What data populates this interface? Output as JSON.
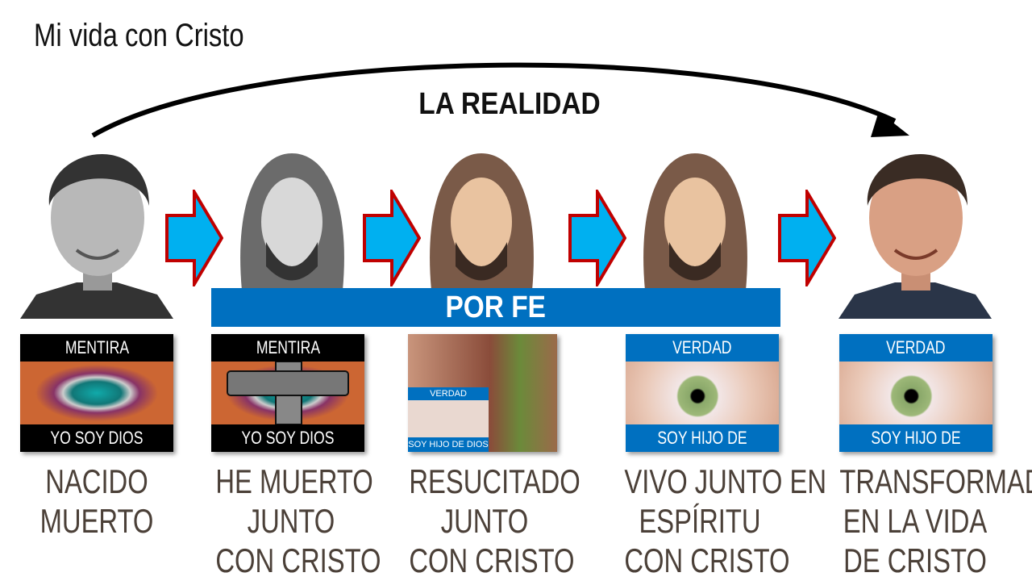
{
  "slide": {
    "title": "Mi vida con Cristo",
    "arc_label": "LA REALIDAD",
    "faith_bar": "POR FE"
  },
  "colors": {
    "blue": "#0070c0",
    "arrow_fill": "#00b0f0",
    "arrow_outline": "#c00000",
    "caption": "#4b4038"
  },
  "cards": [
    {
      "top": "MENTIRA",
      "bottom": "YO SOY DIOS",
      "style": "black"
    },
    {
      "top": "MENTIRA",
      "bottom": "YO SOY DIOS",
      "style": "black-crossed"
    },
    {
      "top": "VERDAD",
      "bottom": "SOY HIJO DE DIOS",
      "style": "painting-inset"
    },
    {
      "top": "VERDAD",
      "bottom": "SOY HIJO DE DIOS",
      "style": "blue"
    },
    {
      "top": "VERDAD",
      "bottom": "SOY HIJO DE DIOS",
      "style": "blue"
    }
  ],
  "captions": [
    [
      "NACIDO",
      "MUERTO"
    ],
    [
      "HE MUERTO",
      "JUNTO",
      "CON CRISTO"
    ],
    [
      "RESUCITADO",
      "JUNTO",
      "CON CRISTO"
    ],
    [
      "VIVO JUNTO EN",
      "ESPÍRITU",
      "CON CRISTO"
    ],
    [
      "TRANSFORMADO",
      "EN LA VIDA",
      "DE CRISTO"
    ]
  ]
}
